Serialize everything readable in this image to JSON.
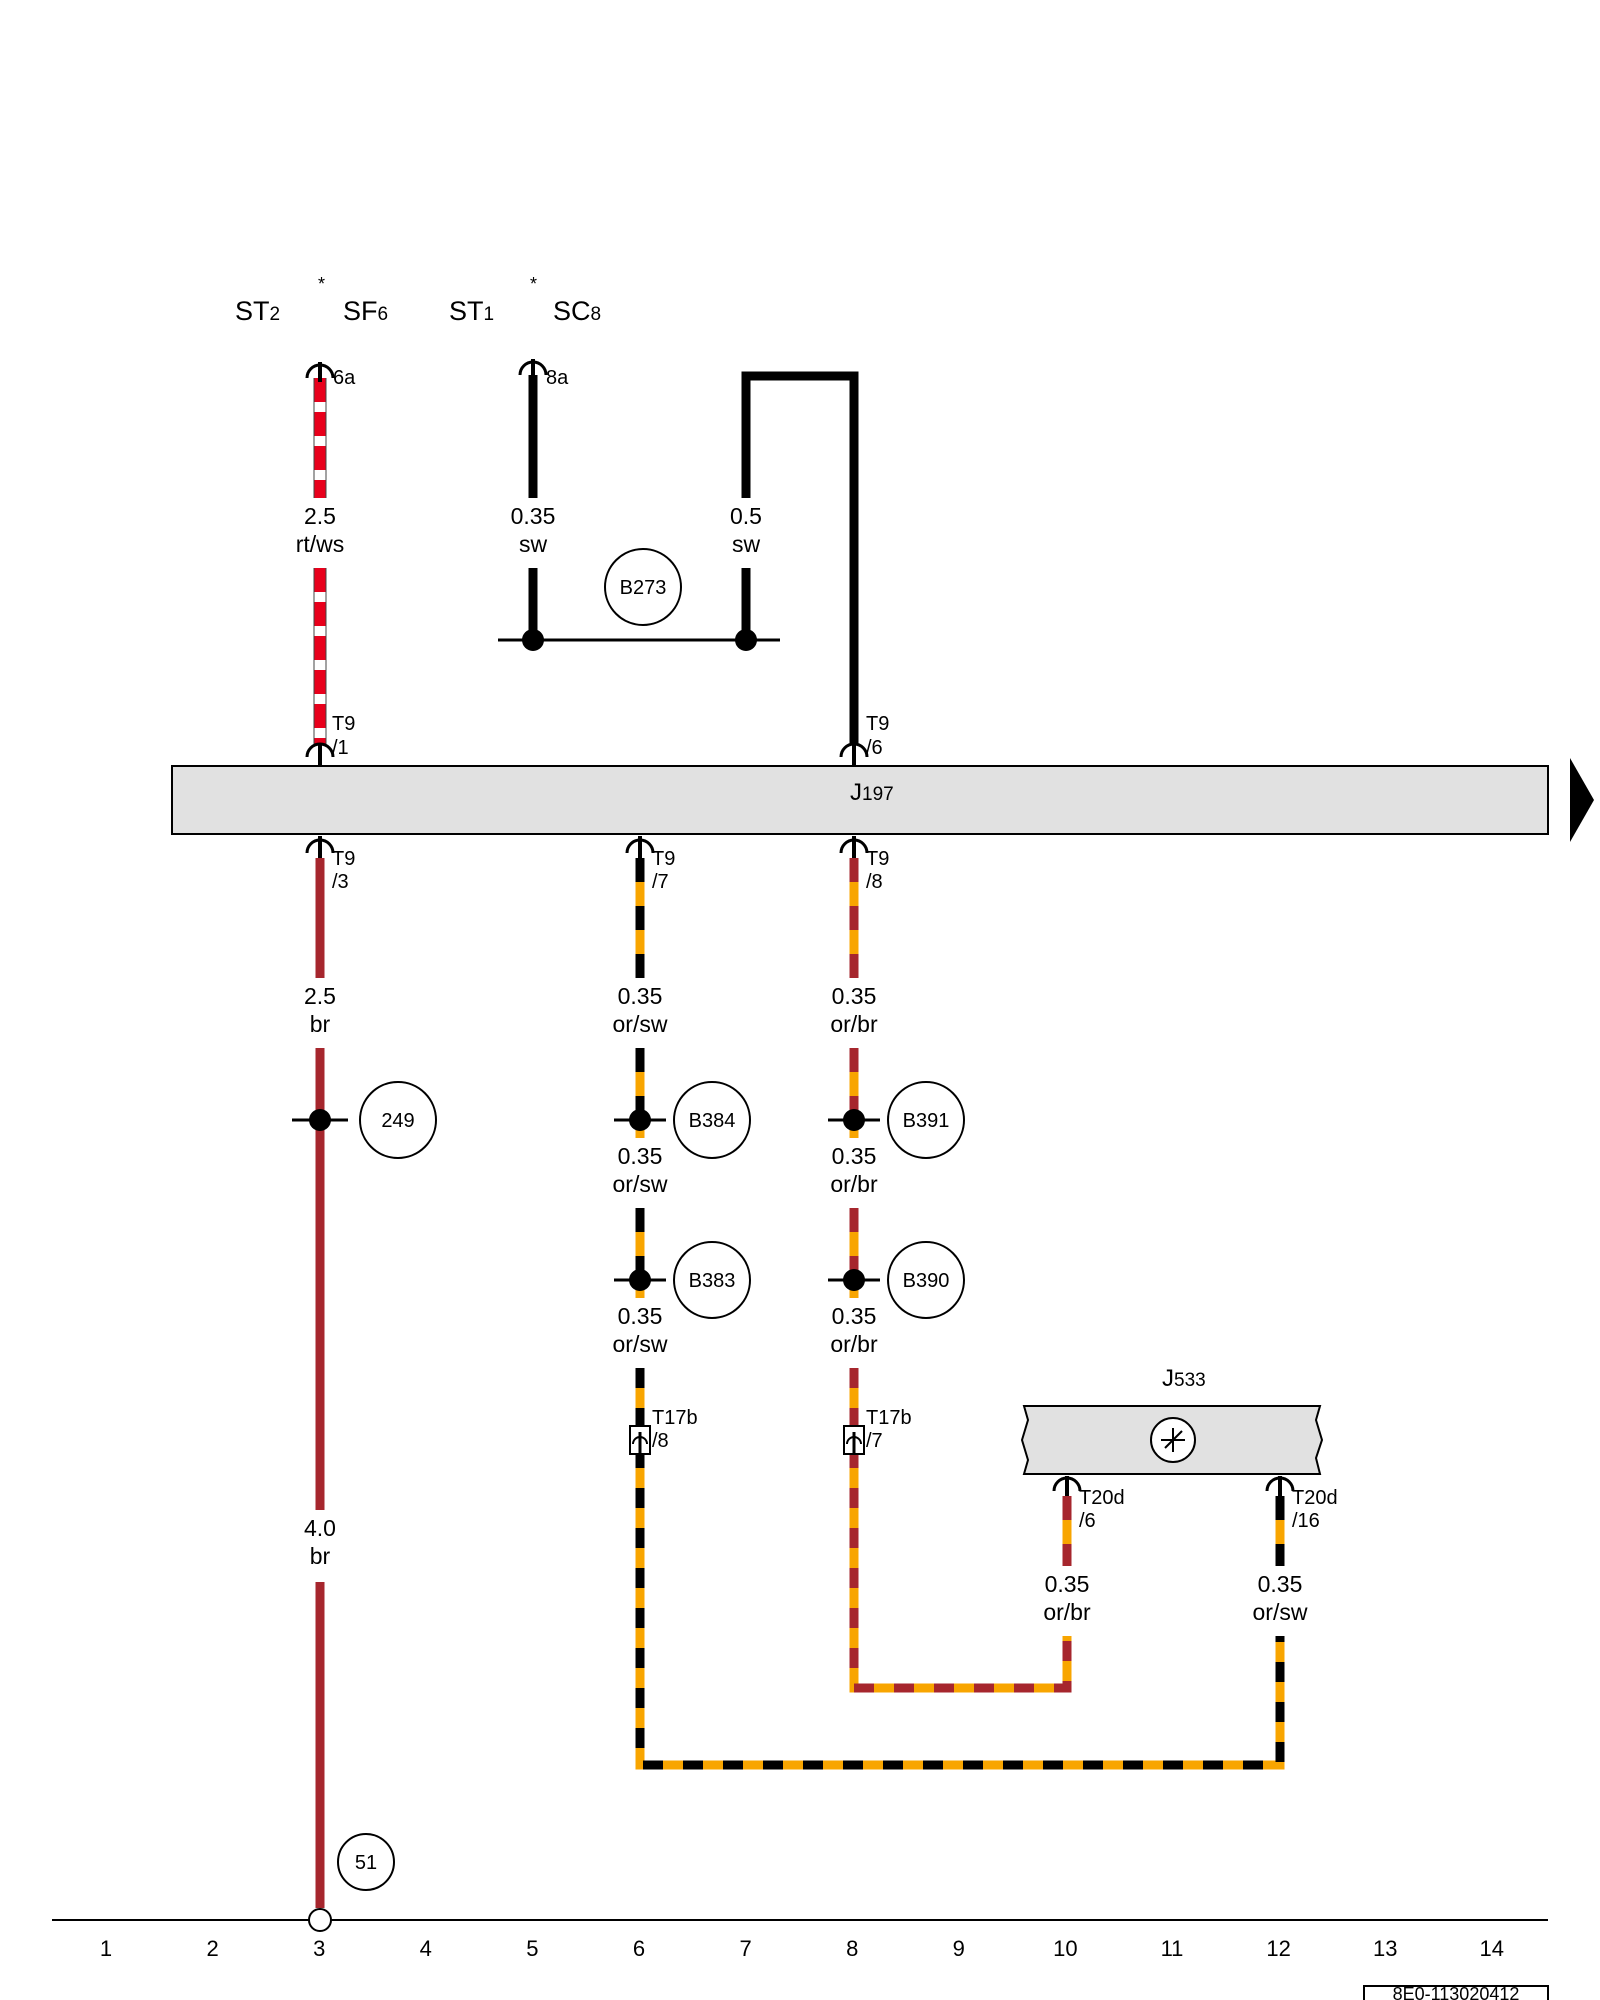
{
  "supply": {
    "st2": {
      "main": "ST",
      "sub": "2"
    },
    "sf6": {
      "main": "SF",
      "sub": "6"
    },
    "st1": {
      "main": "ST",
      "sub": "1"
    },
    "sc8": {
      "main": "SC",
      "sub": "8"
    },
    "asterisk": "*"
  },
  "modules": {
    "j197": {
      "main": "J",
      "sub": "197"
    },
    "j533": {
      "main": "J",
      "sub": "533"
    }
  },
  "pins": {
    "sf6_6a": "6a",
    "sc8_8a": "8a",
    "t9_1": [
      "T9",
      "/1"
    ],
    "t9_6": [
      "T9",
      "/6"
    ],
    "t9_3": [
      "T9",
      "/3"
    ],
    "t9_7": [
      "T9",
      "/7"
    ],
    "t9_8": [
      "T9",
      "/8"
    ],
    "t17b_8": [
      "T17b",
      "/8"
    ],
    "t17b_7": [
      "T17b",
      "/7"
    ],
    "t20d_6": [
      "T20d",
      "/6"
    ],
    "t20d_16": [
      "T20d",
      "/16"
    ]
  },
  "wires": {
    "w_rtws": [
      "2.5",
      "rt/ws"
    ],
    "w_sw035": [
      "0.35",
      "sw"
    ],
    "w_sw05": [
      "0.5",
      "sw"
    ],
    "w_br25": [
      "2.5",
      "br"
    ],
    "w_br40": [
      "4.0",
      "br"
    ],
    "w_orsw_1": [
      "0.35",
      "or/sw"
    ],
    "w_orsw_2": [
      "0.35",
      "or/sw"
    ],
    "w_orsw_3": [
      "0.35",
      "or/sw"
    ],
    "w_orbr_1": [
      "0.35",
      "or/br"
    ],
    "w_orbr_2": [
      "0.35",
      "or/br"
    ],
    "w_orbr_3": [
      "0.35",
      "or/br"
    ],
    "w_orbr_4": [
      "0.35",
      "or/br"
    ],
    "w_orsw_4": [
      "0.35",
      "or/sw"
    ]
  },
  "connections": {
    "b273": "B273",
    "b384": "B384",
    "b383": "B383",
    "b391": "B391",
    "b390": "B390",
    "c249": "249",
    "c51": "51"
  },
  "columns": [
    "1",
    "2",
    "3",
    "4",
    "5",
    "6",
    "7",
    "8",
    "9",
    "10",
    "11",
    "12",
    "13",
    "14"
  ],
  "diagram_id": "8E0-113020412",
  "colors": {
    "red": "#e8001c",
    "brown": "#a6262d",
    "orange": "#f8a500",
    "black": "#000000",
    "module_fill": "#e1e1e1"
  }
}
